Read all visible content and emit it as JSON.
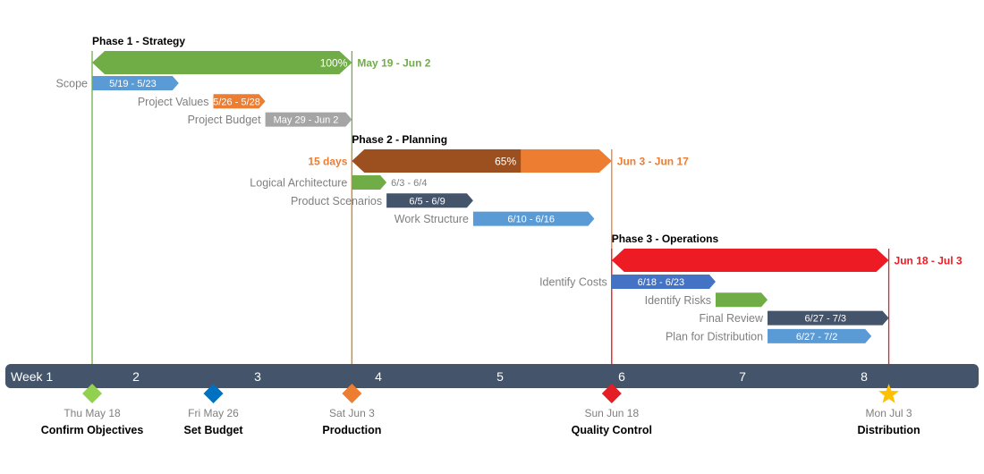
{
  "chart_data": {
    "type": "gantt",
    "colors": {
      "green": "#70ad47",
      "orange": "#ed7d31",
      "orange_dark": "#9c4f1f",
      "red": "#ed1c24",
      "blue": "#5b9bd5",
      "blue_dark": "#4472c4",
      "gray": "#a5a5a5",
      "navy": "#44546a",
      "timeline": "#44546a"
    },
    "weeks": [
      "Week 1",
      "2",
      "3",
      "4",
      "5",
      "6",
      "7",
      "8"
    ],
    "phases": [
      {
        "title": "Phase 1 - Strategy",
        "range_label": "May 19 - Jun 2",
        "start": "2017-05-19",
        "end": "2017-06-02",
        "percent_label": "100%",
        "percent": 100,
        "color": "#70ad47",
        "progress_color": "#70ad47",
        "range_side": "right",
        "tasks": [
          {
            "name": "Scope",
            "start": "2017-05-19",
            "end": "2017-05-23",
            "label": "5/19 - 5/23",
            "color": "#5b9bd5",
            "label_inside": true
          },
          {
            "name": "Project Values",
            "start": "2017-05-26",
            "end": "2017-05-28",
            "label": "5/26 - 5/28",
            "color": "#ed7d31",
            "label_inside": true
          },
          {
            "name": "Project Budget",
            "start": "2017-05-29",
            "end": "2017-06-02",
            "label": "May 29 - Jun 2",
            "color": "#a5a5a5",
            "label_inside": true
          }
        ]
      },
      {
        "title": "Phase 2 - Planning",
        "range_label": "Jun 3 - Jun 17",
        "duration_label": "15 days",
        "start": "2017-06-03",
        "end": "2017-06-17",
        "percent_label": "65%",
        "percent": 65,
        "color": "#ed7d31",
        "progress_color": "#9c4f1f",
        "range_side": "right",
        "tasks": [
          {
            "name": "Logical Architecture",
            "start": "2017-06-03",
            "end": "2017-06-04",
            "label": "6/3 - 6/4",
            "color": "#70ad47",
            "label_inside": false
          },
          {
            "name": "Product Scenarios",
            "start": "2017-06-05",
            "end": "2017-06-09",
            "label": "6/5 - 6/9",
            "color": "#44546a",
            "label_inside": true
          },
          {
            "name": "Work Structure",
            "start": "2017-06-10",
            "end": "2017-06-16",
            "label": "6/10 - 6/16",
            "color": "#5b9bd5",
            "label_inside": true
          }
        ]
      },
      {
        "title": "Phase 3 - Operations",
        "range_label": "Jun 18 - Jul 3",
        "start": "2017-06-18",
        "end": "2017-07-03",
        "percent_label": "",
        "percent": 0,
        "color": "#ed1c24",
        "progress_color": "#ed1c24",
        "range_side": "right",
        "tasks": [
          {
            "name": "Identify Costs",
            "start": "2017-06-18",
            "end": "2017-06-23",
            "label": "6/18 - 6/23",
            "color": "#4472c4",
            "label_inside": true
          },
          {
            "name": "Identify Risks",
            "start": "2017-06-24",
            "end": "2017-06-26",
            "label": "",
            "color": "#70ad47",
            "label_inside": true
          },
          {
            "name": "Final Review",
            "start": "2017-06-27",
            "end": "2017-07-03",
            "label": "6/27 - 7/3",
            "color": "#44546a",
            "label_inside": true
          },
          {
            "name": "Plan for Distribution",
            "start": "2017-06-27",
            "end": "2017-07-02",
            "label": "6/27 - 7/2",
            "color": "#5b9bd5",
            "label_inside": true
          }
        ]
      }
    ],
    "milestones": [
      {
        "date_label": "Thu May 18",
        "name": "Confirm Objectives",
        "date": "2017-05-18",
        "shape": "diamond",
        "color": "#92d050"
      },
      {
        "date_label": "Fri May 26",
        "name": "Set Budget",
        "date": "2017-05-26",
        "shape": "diamond",
        "color": "#0070c0"
      },
      {
        "date_label": "Sat Jun 3",
        "name": "Production",
        "date": "2017-06-03",
        "shape": "diamond",
        "color": "#ed7d31"
      },
      {
        "date_label": "Sun Jun 18",
        "name": "Quality Control",
        "date": "2017-06-18",
        "shape": "diamond",
        "color": "#e31e24"
      },
      {
        "date_label": "Mon Jul 3",
        "name": "Distribution",
        "date": "2017-07-03",
        "shape": "star",
        "color": "#ffc000"
      }
    ]
  }
}
